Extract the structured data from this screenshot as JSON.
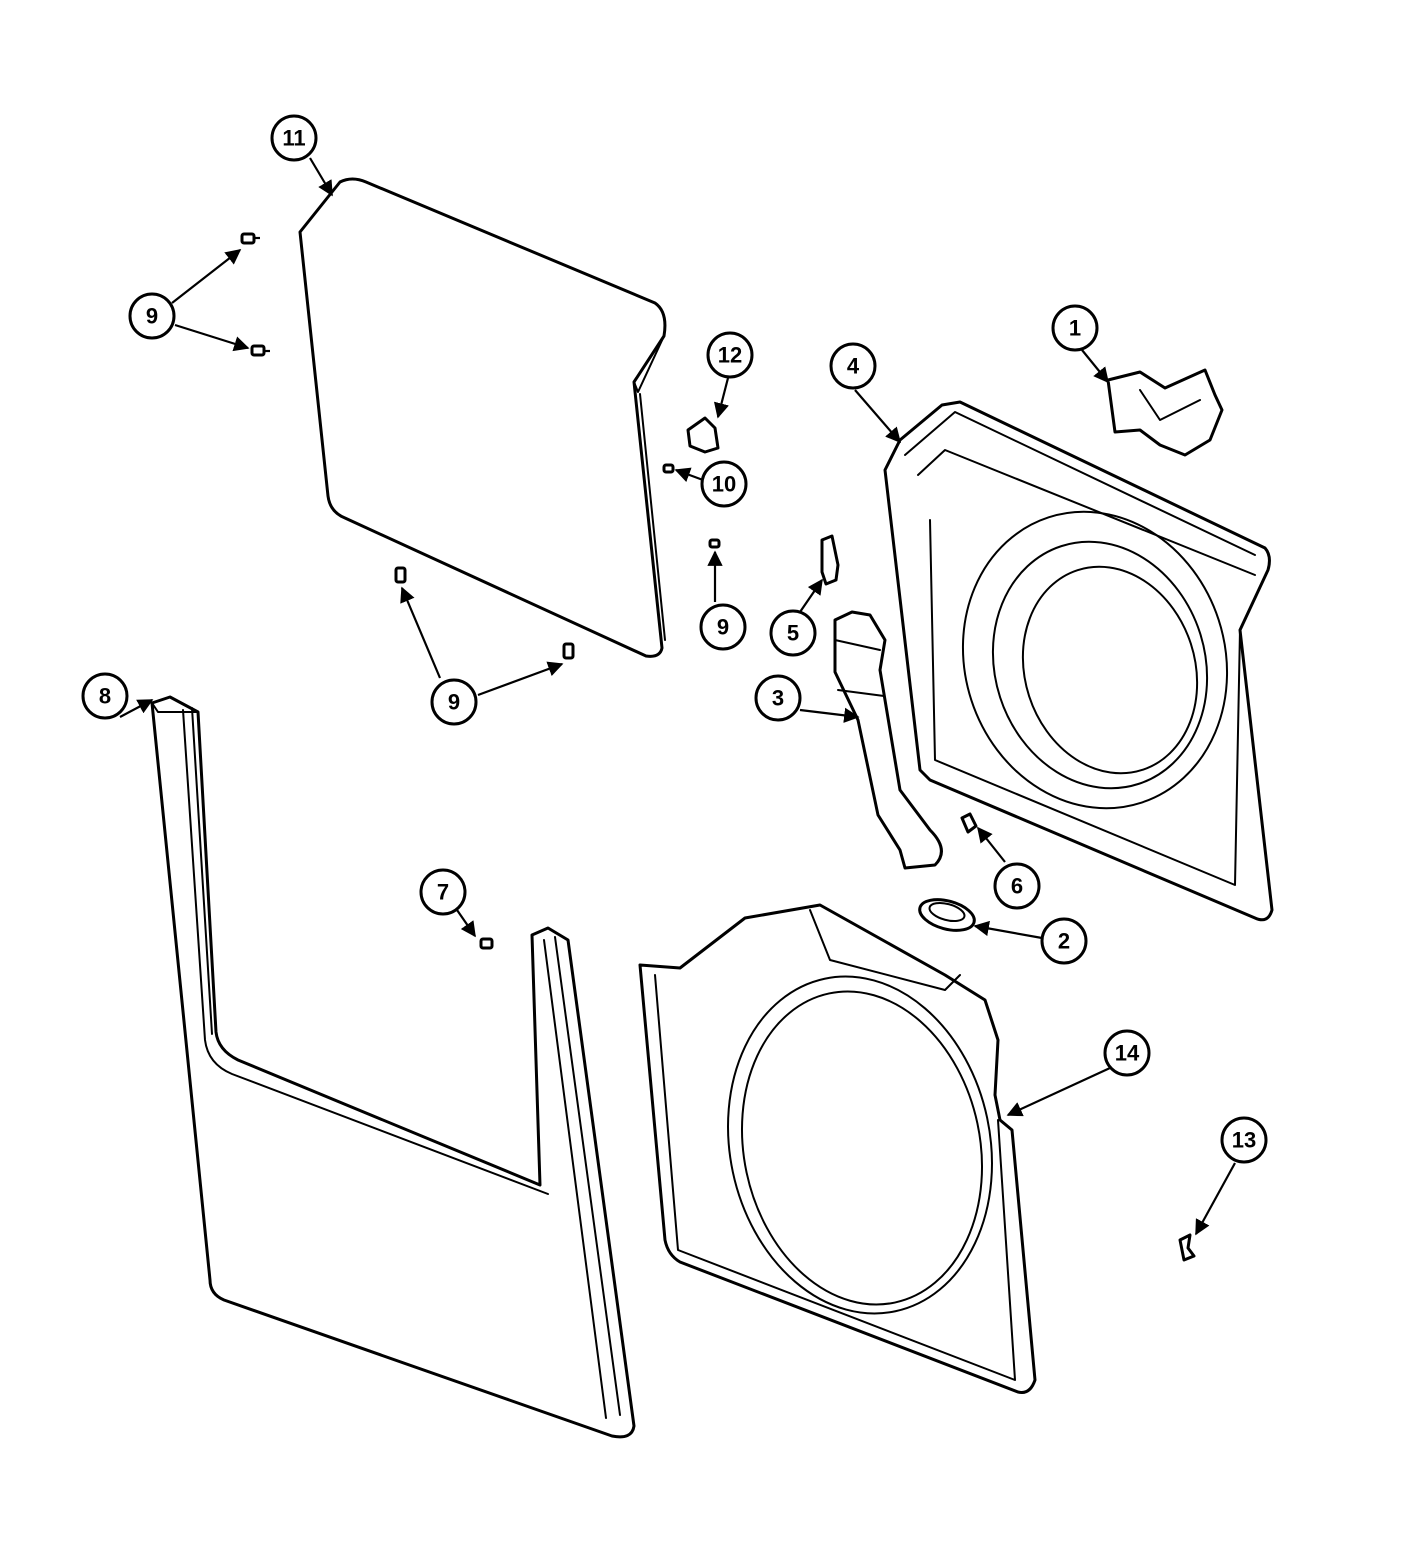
{
  "callouts": {
    "c1": "1",
    "c2": "2",
    "c3": "3",
    "c4": "4",
    "c5": "5",
    "c6": "6",
    "c7": "7",
    "c8": "8",
    "c9a": "9",
    "c9b": "9",
    "c9c": "9",
    "c10": "10",
    "c11": "11",
    "c12": "12",
    "c13": "13",
    "c14": "14"
  }
}
